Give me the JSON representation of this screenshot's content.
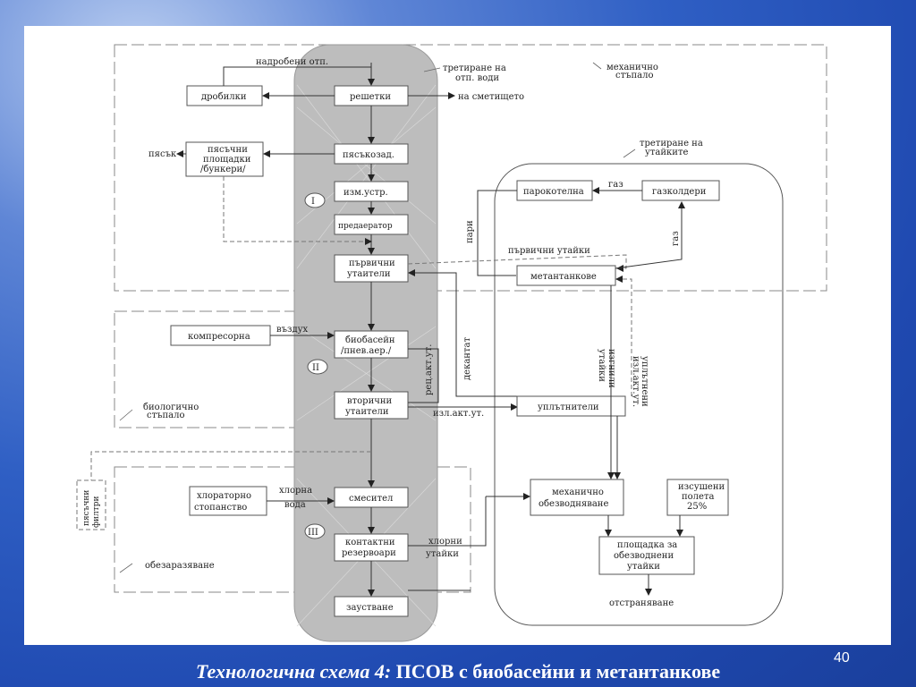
{
  "slide": {
    "caption_italic": "Технологична схема 4:",
    "caption_rest": " ПСОВ с биобасейни и метантанкове",
    "page_number": "40"
  },
  "diagram": {
    "regions": {
      "mechanical": "механично стъпало",
      "mechanical_line1": "механично",
      "mechanical_line2": "стъпало",
      "biological_line1": "биологично",
      "biological_line2": "стъпало",
      "disinfection": "обезаразяване",
      "sludge_line1": "третиране на",
      "sludge_line2": "утайките",
      "water_line1": "третиране на",
      "water_line2": "отп. води"
    },
    "stages": [
      "I",
      "II",
      "III"
    ],
    "main_line": {
      "screens": "решетки",
      "grit": "пясъкозад.",
      "measure": "изм.устр.",
      "preaerator": "предаератор",
      "primary_line1": "първични",
      "primary_line2": "утаители",
      "biobasin_line1": "биобасейн",
      "biobasin_line2": "/пнев.аер./",
      "secondary_line1": "вторични",
      "secondary_line2": "утаители",
      "mixer": "смесител",
      "contact_line1": "контактни",
      "contact_line2": "резервоари",
      "discharge": "заустване"
    },
    "side": {
      "crushers": "дробилки",
      "sand_line1": "пясъчни",
      "sand_line2": "площадки",
      "sand_line3": "/бункери/",
      "compressor": "компресорна",
      "chlorinator_line1": "хлораторно",
      "chlorinator_line2": "стопанство",
      "sand_filters_line1": "пясъчни",
      "sand_filters_line2": "филтри"
    },
    "sludge": {
      "boiler": "парокотелна",
      "gasholder": "газколдери",
      "digester": "метантанкове",
      "thickener": "уплътнители",
      "dewatering_line1": "механично",
      "dewatering_line2": "обезводняване",
      "dried_line1": "изсушени",
      "dried_line2": "полета",
      "dried_line3": "25%",
      "platform_line1": "площадка за",
      "platform_line2": "обезводнени",
      "platform_line3": "утайки",
      "removal": "отстраняване"
    },
    "flows": {
      "crushed": "надробени отп.",
      "to_landfill": "на сметището",
      "sand": "пясък",
      "gas": "газ",
      "gas2": "газ",
      "steam": "пари",
      "primary_sludge": "първични утайки",
      "air": "въздух",
      "decant": "декантат",
      "return_sludge": "рец.акт.ут.",
      "excess_sludge": "изл.акт.ут.",
      "digested_line1": "изгнили",
      "digested_line2": "утайки",
      "thickened_line1": "уплътнени",
      "thickened_line2": "изл.акт.ут.",
      "chlorine_line1": "хлорна",
      "chlorine_line2": "вода",
      "chlorine_sludge_line1": "хлорни",
      "chlorine_sludge_line2": "утайки"
    }
  }
}
